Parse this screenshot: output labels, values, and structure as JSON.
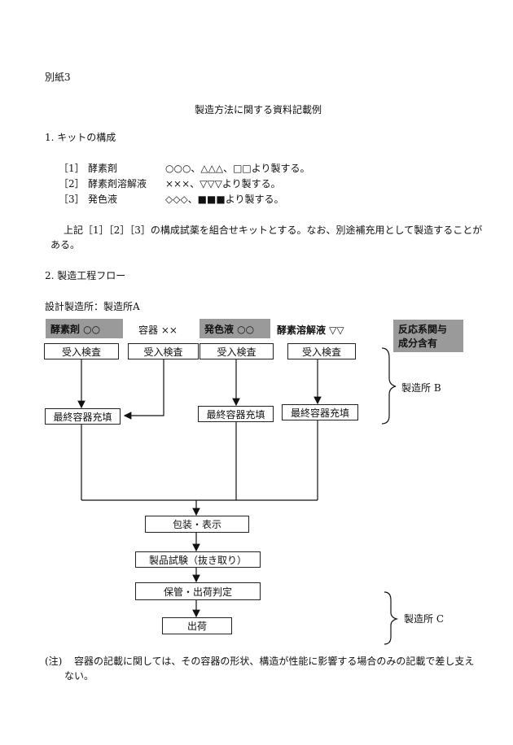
{
  "doc": {
    "appendix": "別紙3",
    "title": "製造方法に関する資料記載例",
    "section1": {
      "heading": "1. キットの構成",
      "items": [
        {
          "num": "［1］",
          "name": "酵素剤",
          "desc": "○○○、△△△、□□より製する。"
        },
        {
          "num": "［2］",
          "name": "酵素剤溶解液",
          "desc": "×××、▽▽▽より製する。"
        },
        {
          "num": "［3］",
          "name": "発色液",
          "desc": "◇◇◇、■■■より製する。"
        }
      ],
      "paragraph_line1": "上記［1］［2］［3］の構成試薬を組合せキットとする。なお、別途補充用として製造することが",
      "paragraph_line2": "ある。"
    },
    "section2": {
      "heading": "2. 製造工程フロー",
      "site_label": "設計製造所：製造所A"
    },
    "flow": {
      "inputs": {
        "enzyme": "酵素剤 ○○",
        "container": "容器 ××",
        "color_liquid": "発色液 ○○",
        "enzyme_solvent": "酵素溶解液 ▽▽",
        "reaction_legend_line1": "反応系関与",
        "reaction_legend_line2": "成分含有"
      },
      "receive_inspection": "受入検査",
      "final_fill": "最終容器充填",
      "site_b": "製造所 B",
      "packaging": "包装・表示",
      "product_test": "製品試験（抜き取り）",
      "storage": "保管・出荷判定",
      "shipping": "出荷",
      "site_c": "製造所 C"
    },
    "note": {
      "mark": "(注)",
      "line1": "容器の記載に関しては、その容器の形状、構造が性能に影響する場合のみの記載で差し支え",
      "line2": "ない。"
    }
  }
}
